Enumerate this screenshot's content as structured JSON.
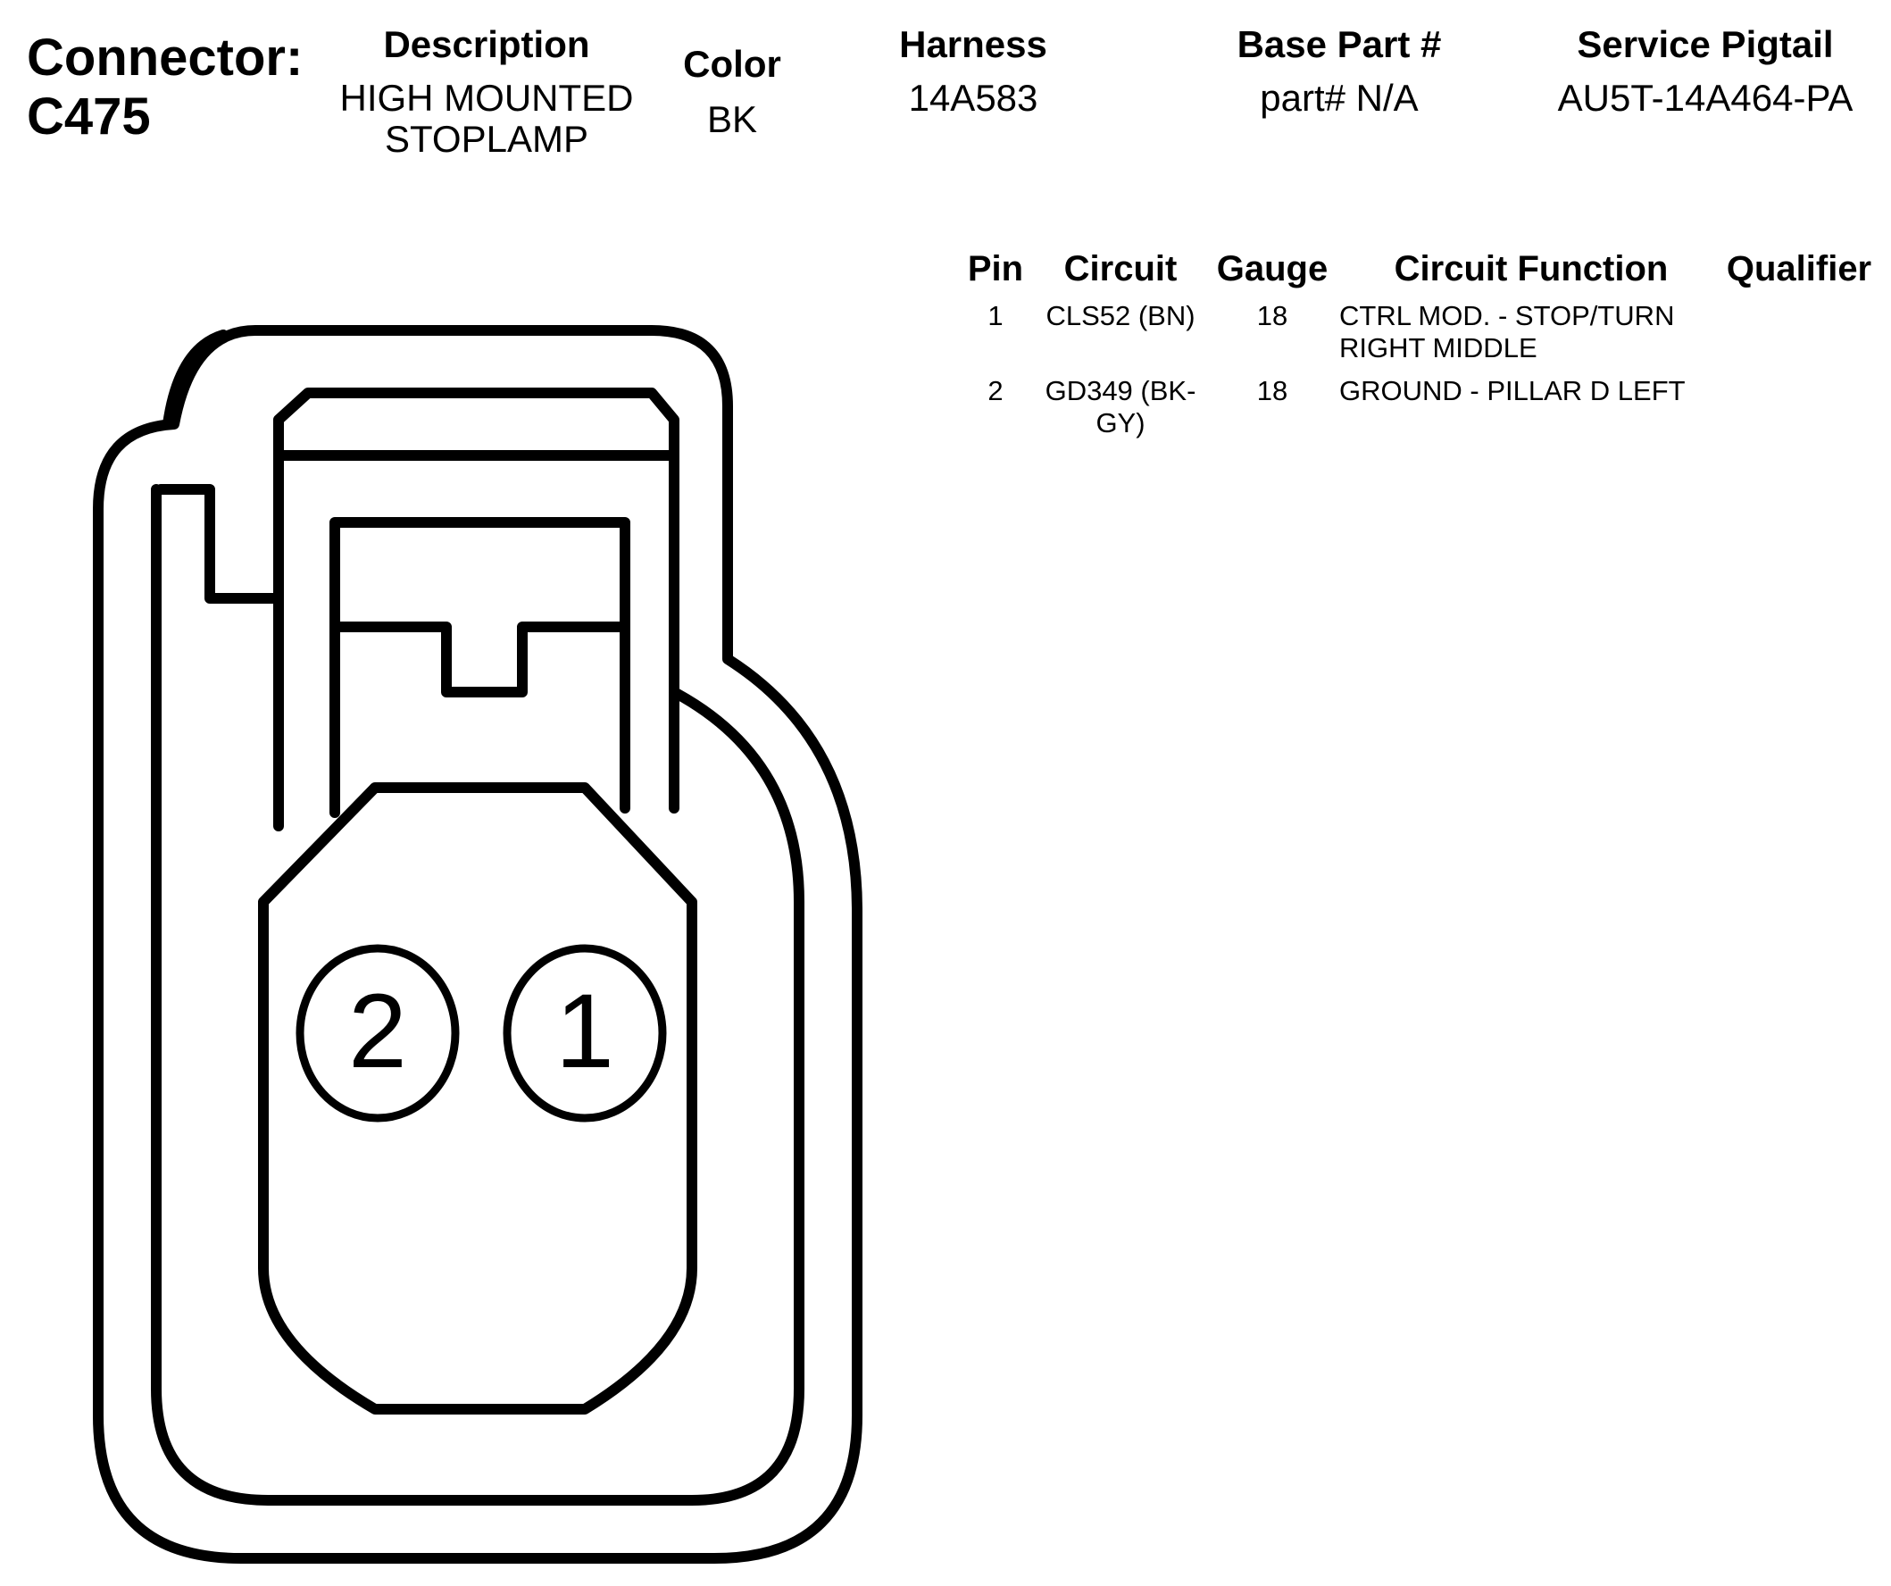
{
  "connector": {
    "label": "Connector:",
    "id": "C475"
  },
  "header": {
    "description": {
      "label": "Description",
      "value_line1": "HIGH MOUNTED",
      "value_line2": "STOPLAMP"
    },
    "color": {
      "label": "Color",
      "value": "BK"
    },
    "harness": {
      "label": "Harness",
      "value": "14A583"
    },
    "base_part": {
      "label": "Base Part #",
      "value": "part# N/A"
    },
    "service_pigtail": {
      "label": "Service Pigtail",
      "value": "AU5T-14A464-PA"
    }
  },
  "pin_table": {
    "headers": {
      "pin": "Pin",
      "circuit": "Circuit",
      "gauge": "Gauge",
      "function": "Circuit Function",
      "qualifier": "Qualifier"
    },
    "rows": [
      {
        "pin": "1",
        "circuit_line1": "CLS52 (BN)",
        "circuit_line2": "",
        "gauge": "18",
        "function_line1": "CTRL MOD. - STOP/TURN",
        "function_line2": "RIGHT MIDDLE",
        "qualifier": ""
      },
      {
        "pin": "2",
        "circuit_line1": "GD349 (BK-",
        "circuit_line2": "GY)",
        "gauge": "18",
        "function_line1": "GROUND - PILLAR D LEFT",
        "function_line2": "",
        "qualifier": ""
      }
    ]
  },
  "diagram": {
    "pin_labels": [
      "2",
      "1"
    ]
  }
}
